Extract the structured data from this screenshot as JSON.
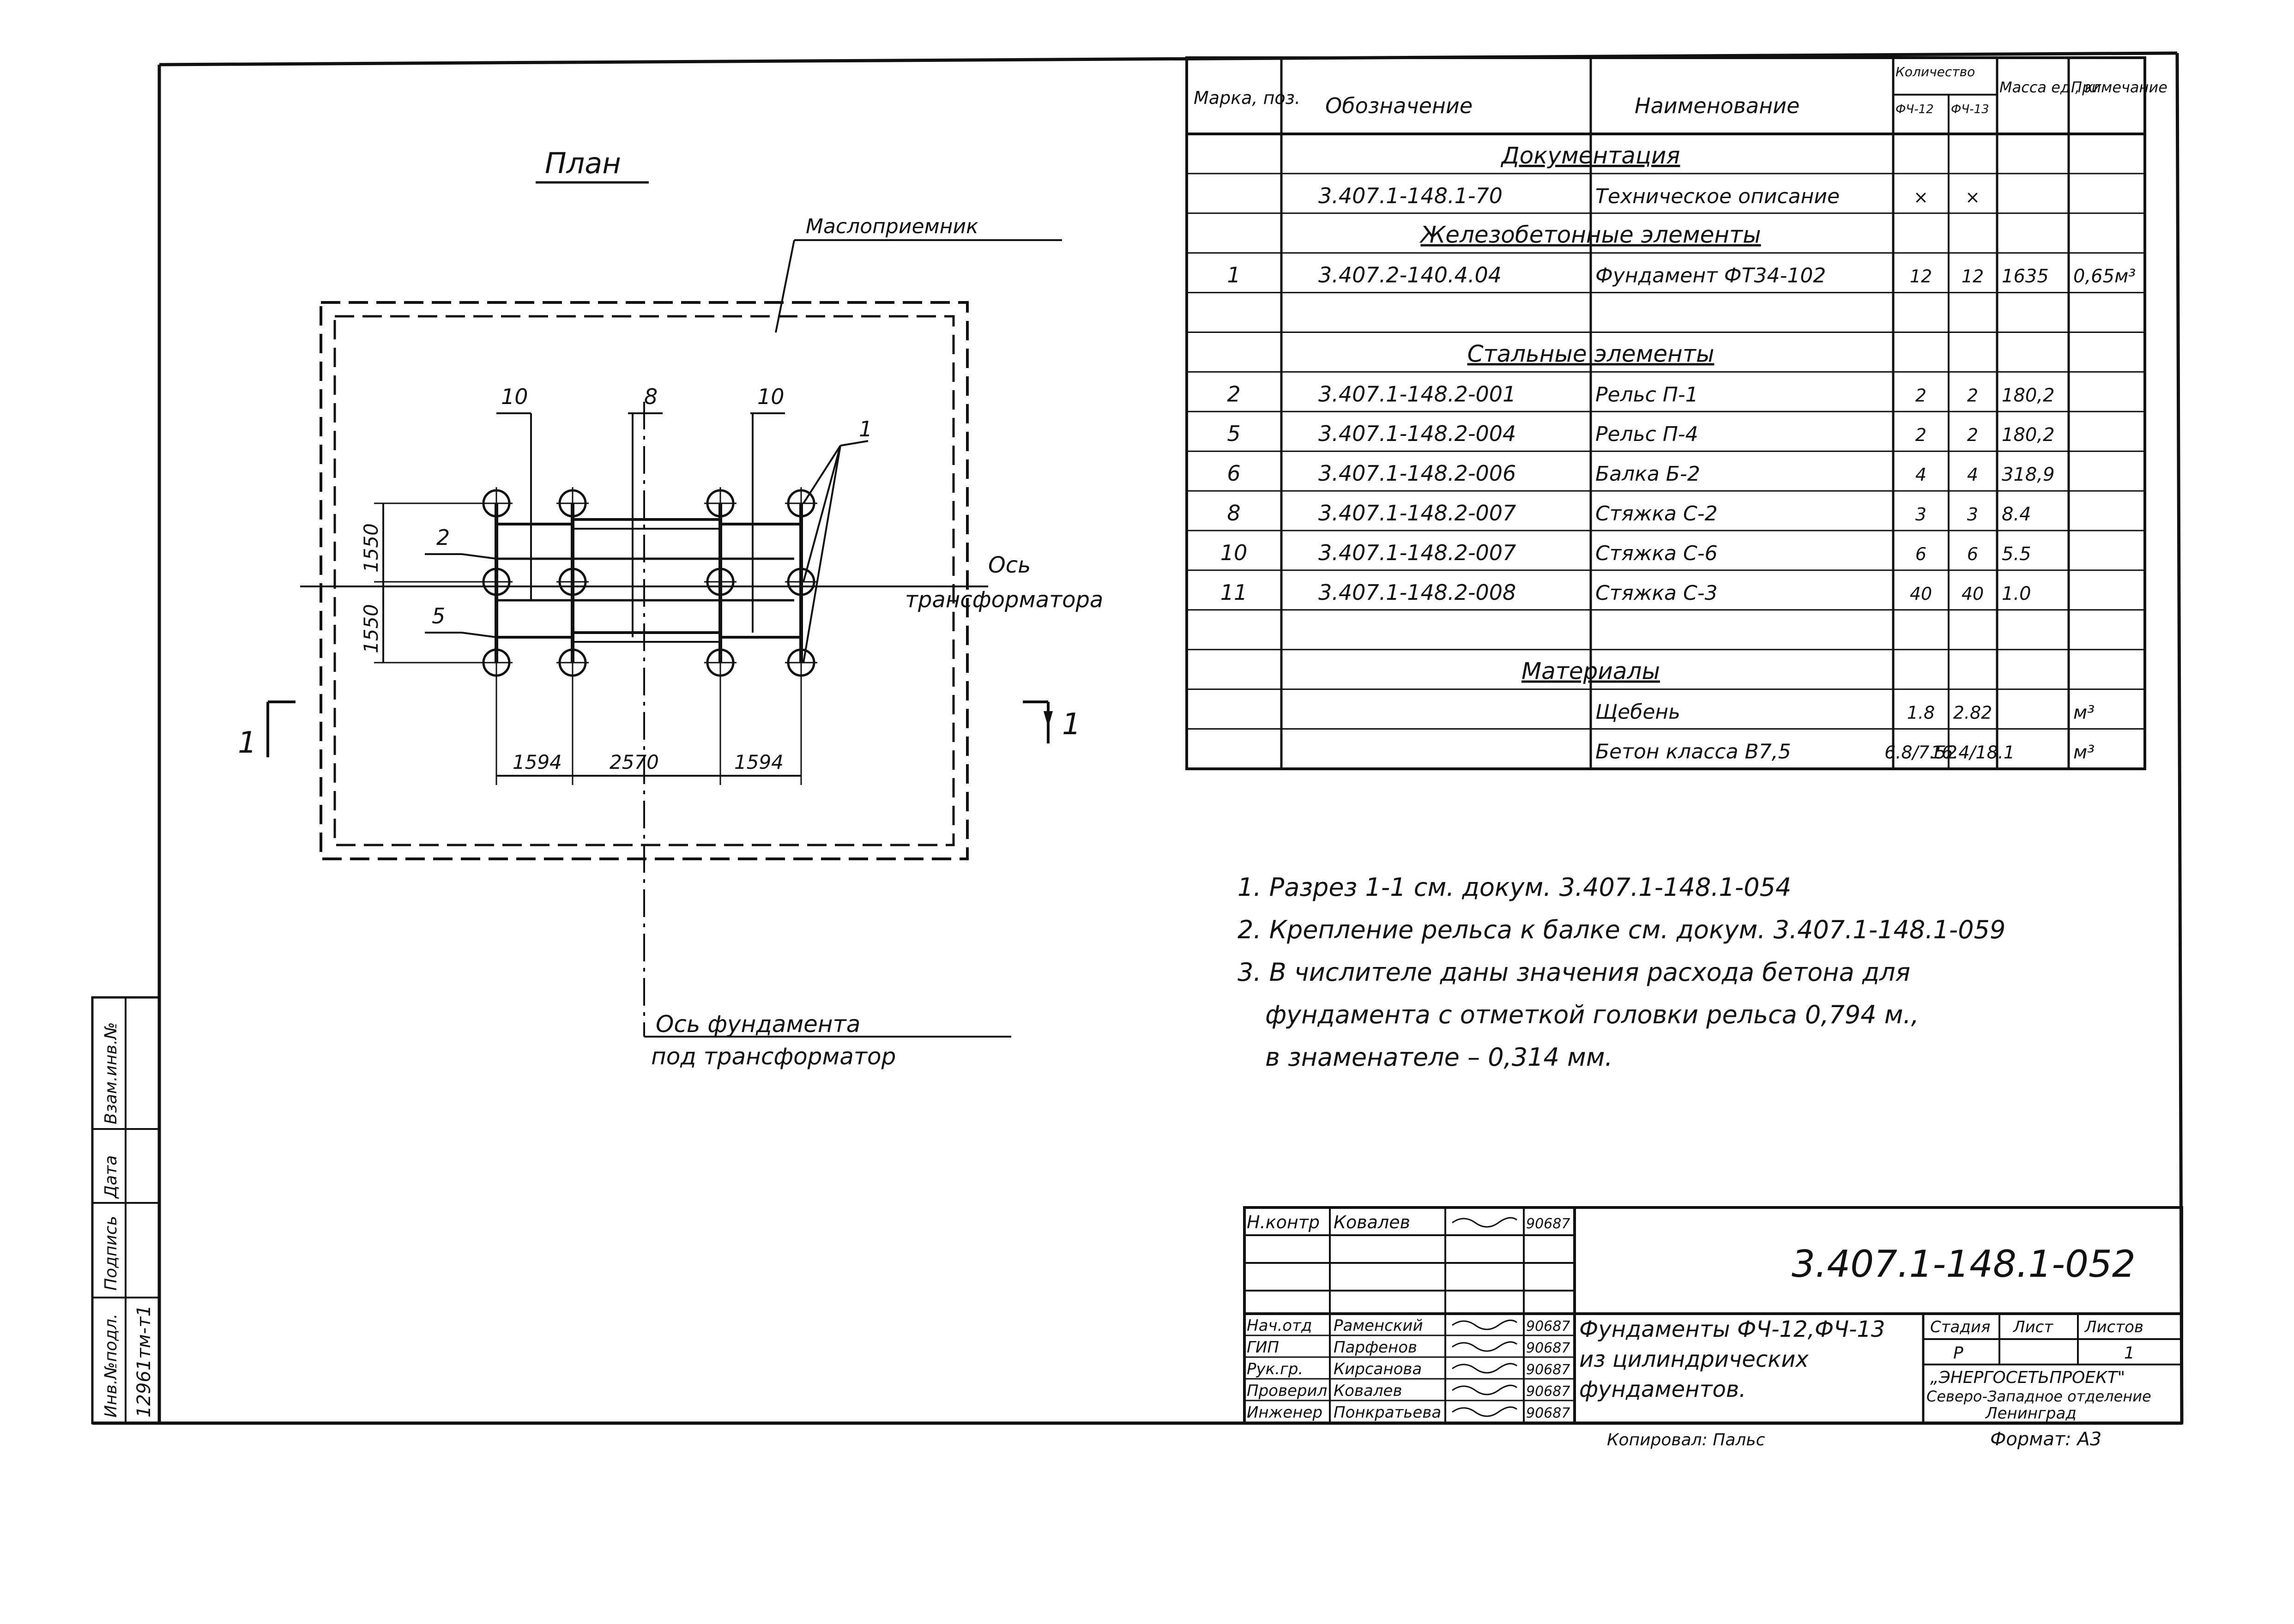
{
  "plan": {
    "title": "План",
    "oil_receiver_label": "Маслоприемник",
    "transformer_axis_label_1": "Ось",
    "transformer_axis_label_2": "трансформатора",
    "foundation_axis_label_1": "Ось фундамента",
    "foundation_axis_label_2": "под трансформатор",
    "section_mark": "1",
    "callouts": [
      "10",
      "8",
      "10",
      "1",
      "2",
      "5"
    ],
    "dim_vertical": [
      "1550",
      "1550"
    ],
    "dim_horizontal": [
      "1594",
      "2570",
      "1594"
    ]
  },
  "spec_table": {
    "headers": {
      "mark": "Марка, поз.",
      "designation": "Обозначение",
      "name": "Наименование",
      "quantity": "Количество",
      "q_col1": "ФЧ-12",
      "q_col2": "ФЧ-13",
      "mass": "Масса ед., кг",
      "note": "Примечание"
    },
    "rows": [
      {
        "type": "section",
        "text": "Документация"
      },
      {
        "pos": "",
        "designation": "3.407.1-148.1-70",
        "name": "Техническое описание",
        "q1": "×",
        "q2": "×",
        "mass": "",
        "note": ""
      },
      {
        "type": "section",
        "text": "Железобетонные элементы"
      },
      {
        "pos": "1",
        "designation": "3.407.2-140.4.04",
        "name": "Фундамент ФТ34-102",
        "q1": "12",
        "q2": "12",
        "mass": "1635",
        "note": "0,65м³"
      },
      {
        "pos": "",
        "designation": "",
        "name": "",
        "q1": "",
        "q2": "",
        "mass": "",
        "note": ""
      },
      {
        "type": "section",
        "text": "Стальные элементы"
      },
      {
        "pos": "2",
        "designation": "3.407.1-148.2-001",
        "name": "Рельс П-1",
        "q1": "2",
        "q2": "2",
        "mass": "180,2",
        "note": ""
      },
      {
        "pos": "5",
        "designation": "3.407.1-148.2-004",
        "name": "Рельс П-4",
        "q1": "2",
        "q2": "2",
        "mass": "180,2",
        "note": ""
      },
      {
        "pos": "6",
        "designation": "3.407.1-148.2-006",
        "name": "Балка Б-2",
        "q1": "4",
        "q2": "4",
        "mass": "318,9",
        "note": ""
      },
      {
        "pos": "8",
        "designation": "3.407.1-148.2-007",
        "name": "Стяжка С-2",
        "q1": "3",
        "q2": "3",
        "mass": "8.4",
        "note": ""
      },
      {
        "pos": "10",
        "designation": "3.407.1-148.2-007",
        "name": "Стяжка С-6",
        "q1": "6",
        "q2": "6",
        "mass": "5.5",
        "note": ""
      },
      {
        "pos": "11",
        "designation": "3.407.1-148.2-008",
        "name": "Стяжка С-3",
        "q1": "40",
        "q2": "40",
        "mass": "1.0",
        "note": ""
      },
      {
        "pos": "",
        "designation": "",
        "name": "",
        "q1": "",
        "q2": "",
        "mass": "",
        "note": ""
      },
      {
        "type": "section",
        "text": "Материалы"
      },
      {
        "pos": "",
        "designation": "",
        "name": "Щебень",
        "q1": "1.8",
        "q2": "2.82",
        "mass": "",
        "note": "м³"
      },
      {
        "pos": "",
        "designation": "",
        "name": "Бетон класса В7,5",
        "q1": "6.8/7.52",
        "q2": "16.4/18.1",
        "mass": "",
        "note": "м³"
      }
    ]
  },
  "notes": [
    "1. Разрез 1-1 см. докум. 3.407.1-148.1-054",
    "2. Крепление рельса к балке см. докум. 3.407.1-148.1-059",
    "3. В числителе даны значения расхода бетона для",
    "фундамента с отметкой головки рельса 0,794 м.,",
    "в знаменателе – 0,314 мм."
  ],
  "left_strip": {
    "labels": [
      "Инв.№подл.",
      "Подпись",
      "Дата",
      "Взам.инв.№"
    ],
    "inv_value": "12961тм-т1"
  },
  "title_block": {
    "doc_number": "3.407.1-148.1-052",
    "title_lines": [
      "Фундаменты ФЧ-12,ФЧ-13",
      "из цилиндрических",
      "фундаментов."
    ],
    "signatures": [
      {
        "role": "Н.контр",
        "name": "Ковалев",
        "date": "90687"
      },
      {
        "role": "Нач.отд",
        "name": "Раменский",
        "date": "90687"
      },
      {
        "role": "ГИП",
        "name": "Парфенов",
        "date": "90687"
      },
      {
        "role": "Рук.гр.",
        "name": "Кирсанова",
        "date": "90687"
      },
      {
        "role": "Проверил",
        "name": "Ковалев",
        "date": "90687"
      },
      {
        "role": "Инженер",
        "name": "Понкратьева",
        "date": "90687"
      }
    ],
    "stage_label": "Стадия",
    "sheet_label": "Лист",
    "sheets_label": "Листов",
    "stage_value": "Р",
    "sheets_value": "1",
    "org_lines": [
      "„ЭНЕРГОСЕТЬПРОЕКТ\"",
      "Северо-Западное отделение",
      "Ленинград"
    ],
    "copied_by": "Копировал: Пальс",
    "format": "Формат: А3"
  }
}
